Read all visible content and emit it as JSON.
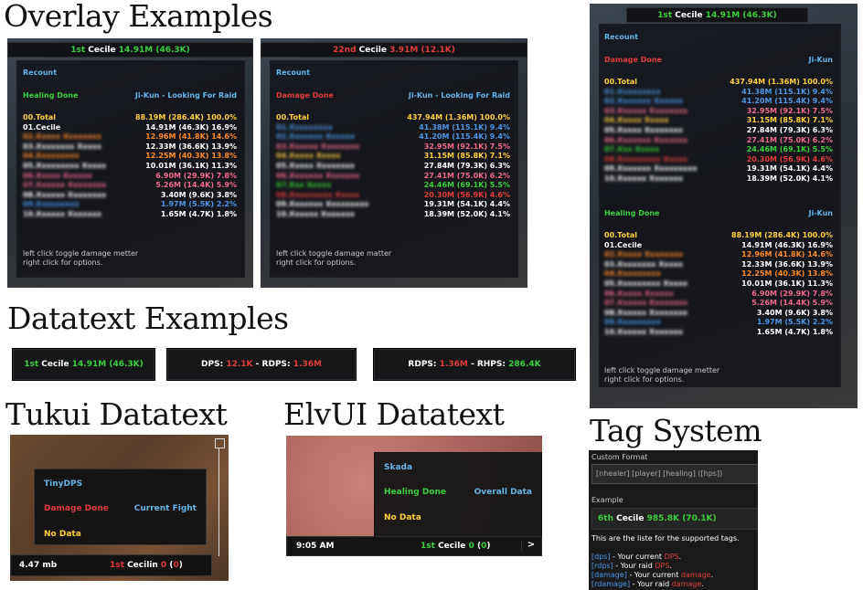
{
  "headings": {
    "overlay": "Overlay Examples",
    "datatext": "Datatext Examples",
    "tukui": "Tukui Datatext",
    "elvui": "ElvUI Datatext",
    "tag": "Tag System"
  },
  "overlay1": {
    "title": {
      "rank": "1st",
      "name": "Cecile",
      "value": "14.91M",
      "paren": "(46.3K)"
    },
    "source": "Recount",
    "mode": "Healing Done",
    "segment": "Ji-Kun - Looking For Raid",
    "rows": [
      {
        "name": "00.Total",
        "value": "88.19M (286.4K) 100.0%",
        "color": "yellow",
        "blur": false
      },
      {
        "name": "01.Cecile",
        "value": "14.91M (46.3K) 16.9%",
        "color": "white",
        "blur": false
      },
      {
        "name": "02.Xxxxx Xxxxxxxx",
        "value": "12.96M (41.8K) 14.6%",
        "color": "orange",
        "blur": true
      },
      {
        "name": "03.Xxxxxxxx Xxxxx",
        "value": "12.33M (36.6K) 13.9%",
        "color": "white",
        "blur": true
      },
      {
        "name": "04.Xxxxxxxxx",
        "value": "12.25M (40.3K) 13.8%",
        "color": "orange",
        "blur": true
      },
      {
        "name": "05.Xxxxxxxxx Xxxxx",
        "value": "10.01M (36.1K) 11.3%",
        "color": "white",
        "blur": true
      },
      {
        "name": "06.Xxxxx Xxxxxx",
        "value": "6.90M (29.9K) 7.8%",
        "color": "pink",
        "blur": true
      },
      {
        "name": "07.Xxxxxx Xxxxxxxx",
        "value": "5.26M (14.4K) 5.9%",
        "color": "pink",
        "blur": true
      },
      {
        "name": "08.Xxxxxx Xxxxxxxx",
        "value": "3.40M (9.6K) 3.8%",
        "color": "white",
        "blur": true
      },
      {
        "name": "09.Xxxxxxxxx",
        "value": "1.97M (5.5K) 2.2%",
        "color": "blue",
        "blur": true
      },
      {
        "name": "10.Xxxxxx Xxxxxxx",
        "value": "1.65M (4.7K) 1.8%",
        "color": "white",
        "blur": true
      }
    ],
    "footer1": "left click toggle damage metter",
    "footer2": "right click for options."
  },
  "overlay2": {
    "title": {
      "rank": "22nd",
      "name": "Cecile",
      "value": "3.91M",
      "paren": "(12.1K)"
    },
    "source": "Recount",
    "mode": "Damage Done",
    "segment": "Ji-Kun - Looking For Raid",
    "rows": [
      {
        "name": "00.Total",
        "value": "437.94M (1.36M) 100.0%",
        "color": "yellow",
        "blur": false
      },
      {
        "name": "01.Xxxxxxxxx",
        "value": "41.38M (115.1K) 9.4%",
        "color": "blue",
        "blur": true
      },
      {
        "name": "02.Xxxxxxx Xxxxxx",
        "value": "41.20M (115.4K) 9.4%",
        "color": "blue",
        "blur": true
      },
      {
        "name": "03.Xxxxxx Xxxxxxxx",
        "value": "32.95M (92.1K) 7.5%",
        "color": "pink",
        "blur": true
      },
      {
        "name": "04.Xxxxx Xxxxx",
        "value": "31.15M (85.8K) 7.1%",
        "color": "yellow",
        "blur": true
      },
      {
        "name": "05.Xxxxx Xxxxxxxx",
        "value": "27.84M (79.3K) 6.3%",
        "color": "white",
        "blur": true
      },
      {
        "name": "06.Xxxxxxx Xxxxxxx",
        "value": "27.41M (75.0K) 6.2%",
        "color": "pink",
        "blur": true
      },
      {
        "name": "07.Xxx Xxxxx",
        "value": "24.46M (69.1K) 5.5%",
        "color": "green",
        "blur": true
      },
      {
        "name": "08.Xxxxxxxxx Xxxxx",
        "value": "20.30M (56.9K) 4.6%",
        "color": "red",
        "blur": true
      },
      {
        "name": "09.Xxxxxxx Xxxxxxxxx",
        "value": "19.31M (54.1K) 4.4%",
        "color": "white",
        "blur": true
      },
      {
        "name": "10.Xxxxxx Xxxxxxx",
        "value": "18.39M (52.0K) 4.1%",
        "color": "white",
        "blur": true
      }
    ],
    "footer1": "left click toggle damage matter",
    "footer2": "right click for options."
  },
  "overlay3": {
    "title": {
      "rank": "1st",
      "name": "Cecile",
      "value": "14.91M",
      "paren": "(46.3K)"
    },
    "source": "Recount",
    "dmg_mode": "Damage Done",
    "dmg_segment": "Ji-Kun",
    "dmg_rows": [
      {
        "name": "00.Total",
        "value": "437.94M (1.36M) 100.0%",
        "color": "yellow",
        "blur": false
      },
      {
        "name": "01.Xxxxxxxxx",
        "value": "41.38M (115.1K) 9.4%",
        "color": "blue",
        "blur": true
      },
      {
        "name": "02.Xxxxxxx Xxxxxx",
        "value": "41.20M (115.4K) 9.4%",
        "color": "blue",
        "blur": true
      },
      {
        "name": "03.Xxxxxx Xxxxxxxx",
        "value": "32.95M (92.1K) 7.5%",
        "color": "pink",
        "blur": true
      },
      {
        "name": "04.Xxxxx Xxxxx",
        "value": "31.15M (85.8K) 7.1%",
        "color": "yellow",
        "blur": true
      },
      {
        "name": "05.Xxxxx Xxxxxxxx",
        "value": "27.84M (79.3K) 6.3%",
        "color": "white",
        "blur": true
      },
      {
        "name": "06.Xxxxxxx Xxxxxxx",
        "value": "27.41M (75.0K) 6.2%",
        "color": "pink",
        "blur": true
      },
      {
        "name": "07.Xxx Xxxxx",
        "value": "24.46M (69.1K) 5.5%",
        "color": "green",
        "blur": true
      },
      {
        "name": "08.Xxxxxxxxx Xxxxx",
        "value": "20.30M (56.9K) 4.6%",
        "color": "red",
        "blur": true
      },
      {
        "name": "09.Xxxxxxx Xxxxxxxxx",
        "value": "19.31M (54.1K) 4.4%",
        "color": "white",
        "blur": true
      },
      {
        "name": "10.Xxxxxx Xxxxxxx",
        "value": "18.39M (52.0K) 4.1%",
        "color": "white",
        "blur": true
      }
    ],
    "heal_mode": "Healing Done",
    "heal_segment": "Ji-Kun",
    "heal_rows": [
      {
        "name": "00.Total",
        "value": "88.19M (286.4K) 100.0%",
        "color": "yellow",
        "blur": false
      },
      {
        "name": "01.Cecile",
        "value": "14.91M (46.3K) 16.9%",
        "color": "white",
        "blur": false
      },
      {
        "name": "02.Xxxxx Xxxxxxxx",
        "value": "12.96M (41.8K) 14.6%",
        "color": "orange",
        "blur": true
      },
      {
        "name": "03.Xxxxxxxx Xxxxx",
        "value": "12.33M (36.6K) 13.9%",
        "color": "white",
        "blur": true
      },
      {
        "name": "04.Xxxxxxxxx",
        "value": "12.25M (40.3K) 13.8%",
        "color": "orange",
        "blur": true
      },
      {
        "name": "05.Xxxxxxxxx Xxxxx",
        "value": "10.01M (36.1K) 11.3%",
        "color": "white",
        "blur": true
      },
      {
        "name": "06.Xxxxx Xxxxxx",
        "value": "6.90M (29.9K) 7.8%",
        "color": "pink",
        "blur": true
      },
      {
        "name": "07.Xxxxxx Xxxxxxxx",
        "value": "5.26M (14.4K) 5.9%",
        "color": "pink",
        "blur": true
      },
      {
        "name": "08.Xxxxxx Xxxxxxxx",
        "value": "3.40M (9.6K) 3.8%",
        "color": "white",
        "blur": true
      },
      {
        "name": "09.Xxxxxxxxx",
        "value": "1.97M (5.5K) 2.2%",
        "color": "blue",
        "blur": true
      },
      {
        "name": "10.Xxxxxx Xxxxxxx",
        "value": "1.65M (4.7K) 1.8%",
        "color": "white",
        "blur": true
      }
    ],
    "footer1": "left click toggle damage metter",
    "footer2": "right click for options."
  },
  "datatext1": {
    "rank": "1st",
    "name": "Cecile",
    "value": "14.91M",
    "paren": "(46.3K)"
  },
  "datatext2": {
    "l1": "DPS:",
    "v1": "12.1K",
    "sep": "- RDPS:",
    "v2": "1.36M"
  },
  "datatext3": {
    "l1": "RDPS:",
    "v1": "1.36M",
    "sep": "- RHPS:",
    "v2": "286.4K"
  },
  "tukui": {
    "source": "TinyDPS",
    "mode": "Damage Done",
    "segment": "Current Fight",
    "nodata": "No Data",
    "memory": "4.47 mb",
    "rank": "1st",
    "name": "Cecilin",
    "v": "0",
    "p": "0"
  },
  "elvui": {
    "source": "Skada",
    "mode": "Healing Done",
    "segment": "Overall Data",
    "nodata": "No Data",
    "time": "9:05 AM",
    "rank": "1st",
    "name": "Cecile",
    "v": "0",
    "p": "0",
    "arrow": ">"
  },
  "tag": {
    "custom_label": "Custom Format",
    "custom_value": "[nhealer] [player] [healing] ([hps])",
    "example_label": "Example",
    "ex_rank": "6th",
    "ex_name": "Cecile",
    "ex_value": "985.8K",
    "ex_paren": "(70.1K)",
    "list_intro": "This are the liste for the supported tags.",
    "tags": [
      {
        "tag": "[dps]",
        "text": " - Your current ",
        "hl": "DPS",
        "end": "."
      },
      {
        "tag": "[rdps]",
        "text": " - Your raid ",
        "hl": "DPS",
        "end": "."
      },
      {
        "tag": "[damage]",
        "text": " - Your current ",
        "hl": "damage",
        "end": "."
      },
      {
        "tag": "[rdamage]",
        "text": " - Your raid ",
        "hl": "damage",
        "end": "."
      }
    ]
  },
  "colors": {
    "yellow": "#ffd040",
    "white": "#ffffff",
    "orange": "#ff8a2a",
    "pink": "#f06a8a",
    "blue": "#4f96e6",
    "green": "#3ccf3c",
    "red": "#e23c3c",
    "cyan": "#64b5e8"
  }
}
